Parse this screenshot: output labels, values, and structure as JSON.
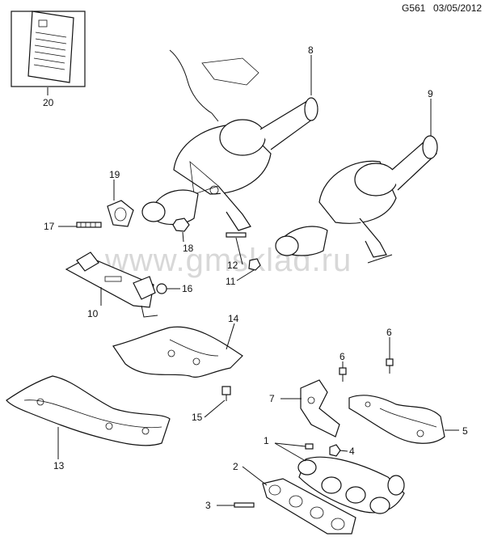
{
  "header": {
    "code": "G561",
    "date": "03/05/2012"
  },
  "watermark": "www.gmsklad.ru",
  "callouts": [
    "1",
    "2",
    "3",
    "4",
    "5",
    "6",
    "6",
    "7",
    "8",
    "9",
    "10",
    "11",
    "12",
    "13",
    "14",
    "15",
    "16",
    "17",
    "18",
    "19",
    "20"
  ]
}
